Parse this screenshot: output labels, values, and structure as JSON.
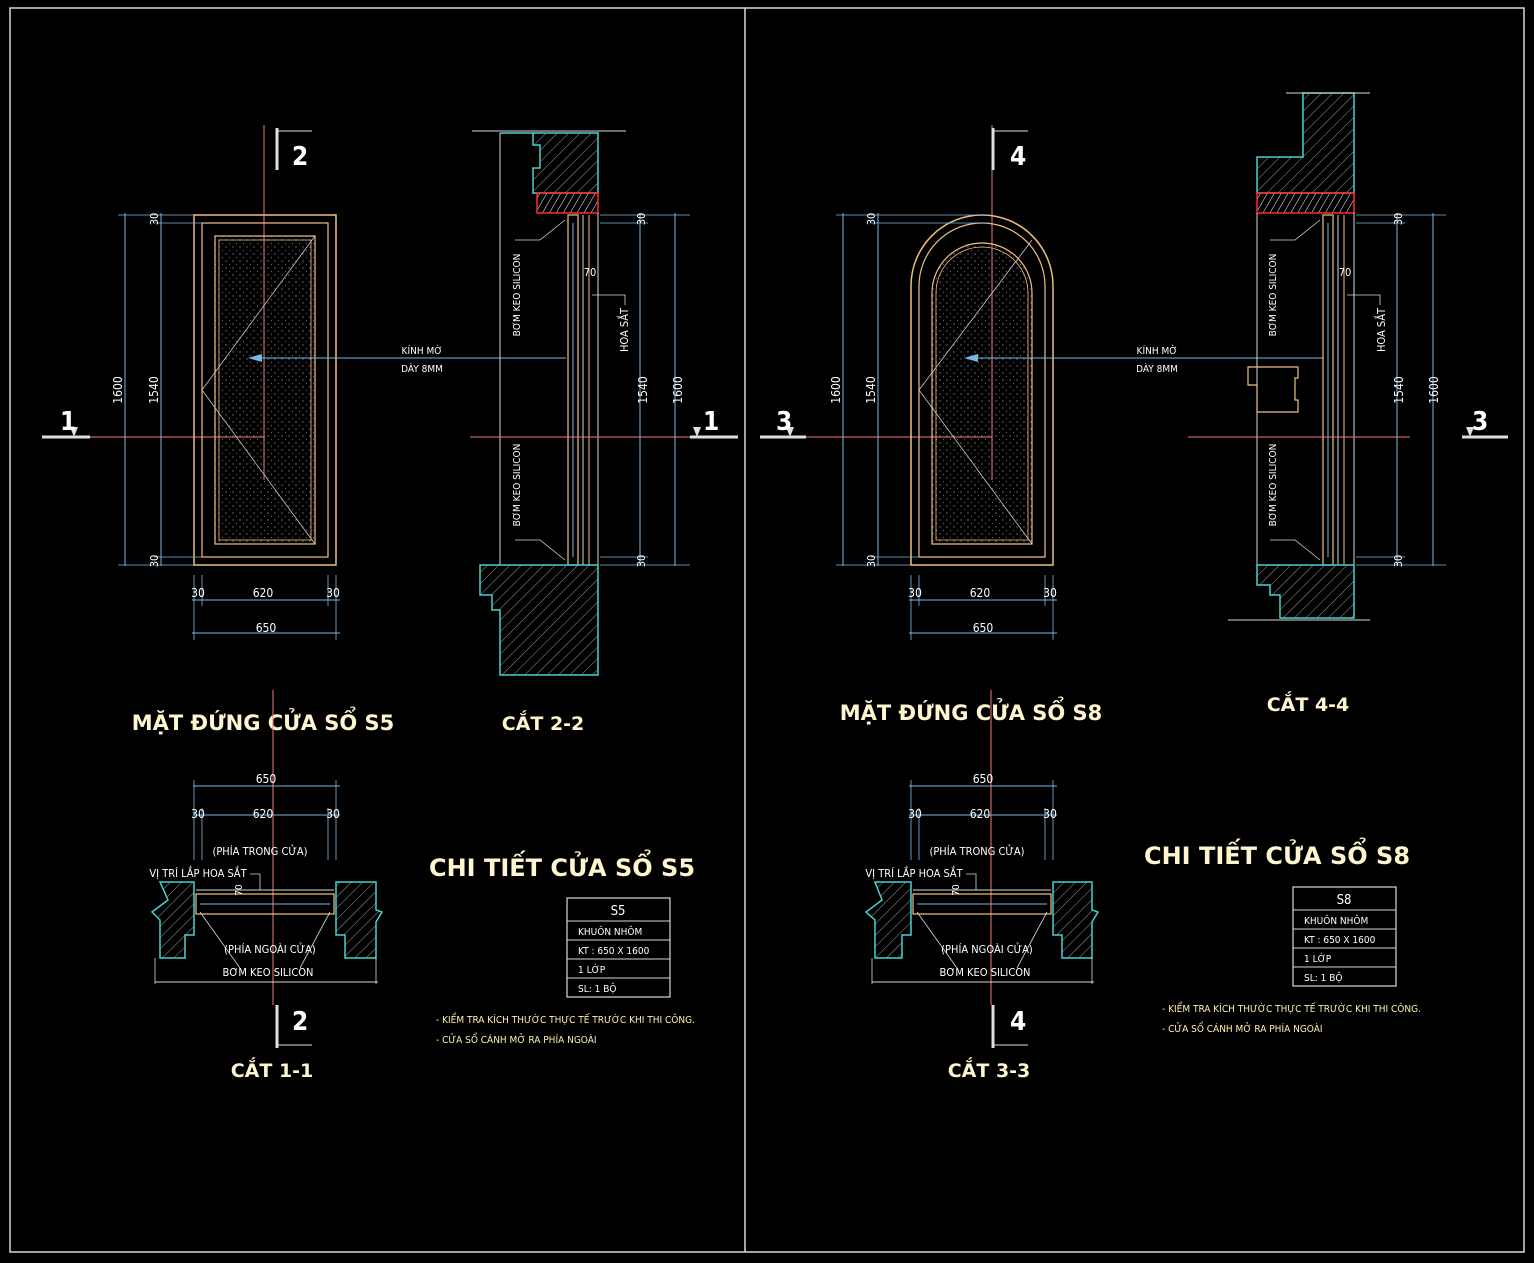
{
  "colors": {
    "background": "#000000",
    "frame": "#d8d8d8",
    "window_frame": "#f0c080",
    "dimension": "#78b8e8",
    "axis": "#f07a7a",
    "section_concrete": "#46d3d3",
    "lintel": "#ff2a2a",
    "title": "#fff5cf",
    "label": "#fff0b0",
    "marker": "#e0e0e0"
  },
  "left": {
    "elevation_title": "MẶT ĐỨNG CỬA SỔ S5",
    "section_side_title": "CẮT 2-2",
    "section_plan_title": "CẮT 1-1",
    "detail_title": "CHI TIẾT CỬA SỔ S5",
    "marker_top": "2",
    "marker_bottom": "2",
    "marker_left": "1",
    "marker_right": "1",
    "dims": {
      "height_total": "1600",
      "height_glass": "1540",
      "frame_top": "30",
      "frame_bottom": "30",
      "frame_left": "30",
      "frame_right": "30",
      "width_glass": "620",
      "width_total": "650",
      "profile": "70"
    },
    "glass_label_1": "KÍNH MỜ",
    "glass_label_2": "DÀY 8MM",
    "silicon_top": "BƠM KEO SILICON",
    "silicon_bottom": "BƠM KEO SILICON",
    "iron_label": "HOA SẮT",
    "plan_inside": "(PHÍA TRONG CỬA)",
    "plan_outside": "(PHÍA NGOÀI CỬA)",
    "plan_iron_position": "VỊ TRÍ LẮP HOA SẮT",
    "plan_silicon": "BƠM KEO SILICON",
    "table": {
      "header": "S5",
      "rows": [
        "KHUÔN NHÔM",
        "KT : 650 X 1600",
        "1 LỚP",
        "SL: 1 BỘ"
      ]
    },
    "notes": [
      "- KIỂM TRA KÍCH THƯỚC THỰC TẾ TRƯỚC KHI THI CÔNG.",
      "- CỬA SỔ CÁNH MỞ RA PHÍA NGOÀI"
    ]
  },
  "right": {
    "elevation_title": "MẶT ĐỨNG CỬA SỔ S8",
    "section_side_title": "CẮT 4-4",
    "section_plan_title": "CẮT 3-3",
    "detail_title": "CHI TIẾT CỬA SỔ S8",
    "marker_top": "4",
    "marker_bottom": "4",
    "marker_left": "3",
    "marker_right": "3",
    "dims": {
      "height_total": "1600",
      "height_glass": "1540",
      "frame_top": "30",
      "frame_bottom": "30",
      "frame_left": "30",
      "frame_right": "30",
      "width_glass": "620",
      "width_total": "650",
      "profile": "70"
    },
    "glass_label_1": "KÍNH MỜ",
    "glass_label_2": "DÀY 8MM",
    "silicon_top": "BƠM KEO SILICON",
    "silicon_bottom": "BƠM KEO SILICON",
    "iron_label": "HOA SẮT",
    "plan_inside": "(PHÍA TRONG CỬA)",
    "plan_outside": "(PHÍA NGOÀI CỬA)",
    "plan_iron_position": "VỊ TRÍ LẮP HOA SẮT",
    "plan_silicon": "BƠM KEO SILICON",
    "table": {
      "header": "S8",
      "rows": [
        "KHUÔN NHÔM",
        "KT : 650 X 1600",
        "1 LỚP",
        "SL: 1 BỘ"
      ]
    },
    "notes": [
      "- KIỂM TRA KÍCH THƯỚC THỰC TẾ TRƯỚC KHI THI CÔNG.",
      "- CỬA SỔ CÁNH MỞ RA PHÍA NGOÀI"
    ]
  }
}
